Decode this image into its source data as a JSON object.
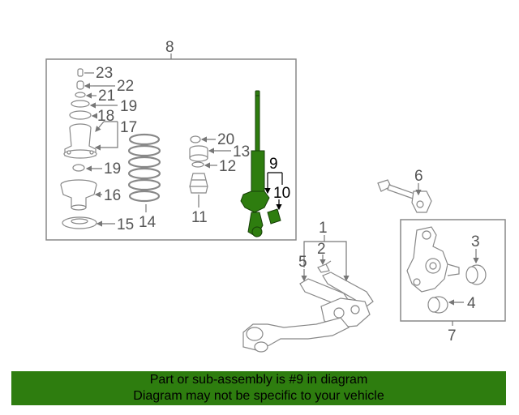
{
  "diagram": {
    "highlight_color": "#2e7d0f",
    "line_color": "#777777",
    "box_border_color": "#888888",
    "callouts": {
      "c1": "1",
      "c2": "2",
      "c3": "3",
      "c4": "4",
      "c5": "5",
      "c6": "6",
      "c7": "7",
      "c8": "8",
      "c9": "9",
      "c10": "10",
      "c11": "11",
      "c12": "12",
      "c13": "13",
      "c14": "14",
      "c15": "15",
      "c16": "16",
      "c17": "17",
      "c18": "18",
      "c19a": "19",
      "c19b": "19",
      "c20": "20",
      "c21": "21",
      "c22": "22",
      "c23": "23"
    }
  },
  "banner": {
    "line1": "Part or sub-assembly is #9 in diagram",
    "line2": "Diagram may not be specific to your vehicle"
  }
}
